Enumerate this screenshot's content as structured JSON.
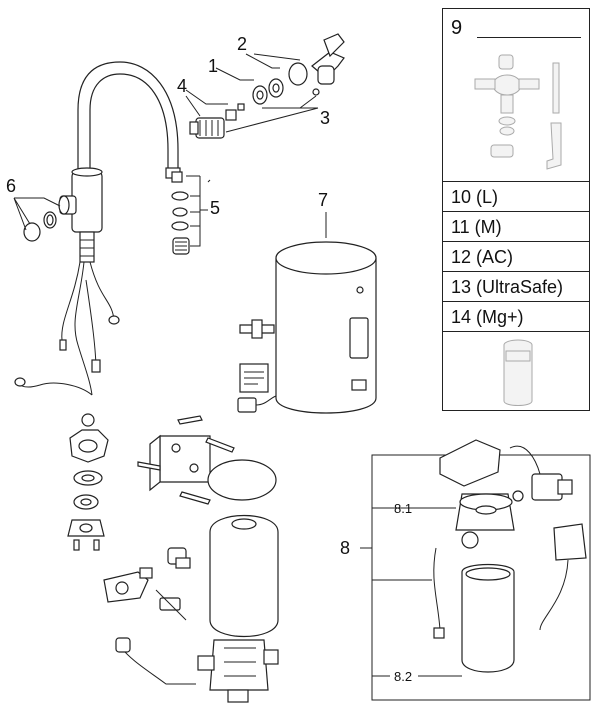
{
  "callouts": {
    "c1": "1",
    "c2": "2",
    "c3": "3",
    "c4": "4",
    "c5": "5",
    "c6": "6",
    "c7": "7",
    "c8": "8",
    "c8_1": "8.1",
    "c8_2": "8.2"
  },
  "sidebar": {
    "header": "9",
    "items": [
      "10 (L)",
      "11 (M)",
      "12 (AC)",
      "13 (UltraSafe)",
      "14 (Mg+)"
    ]
  }
}
